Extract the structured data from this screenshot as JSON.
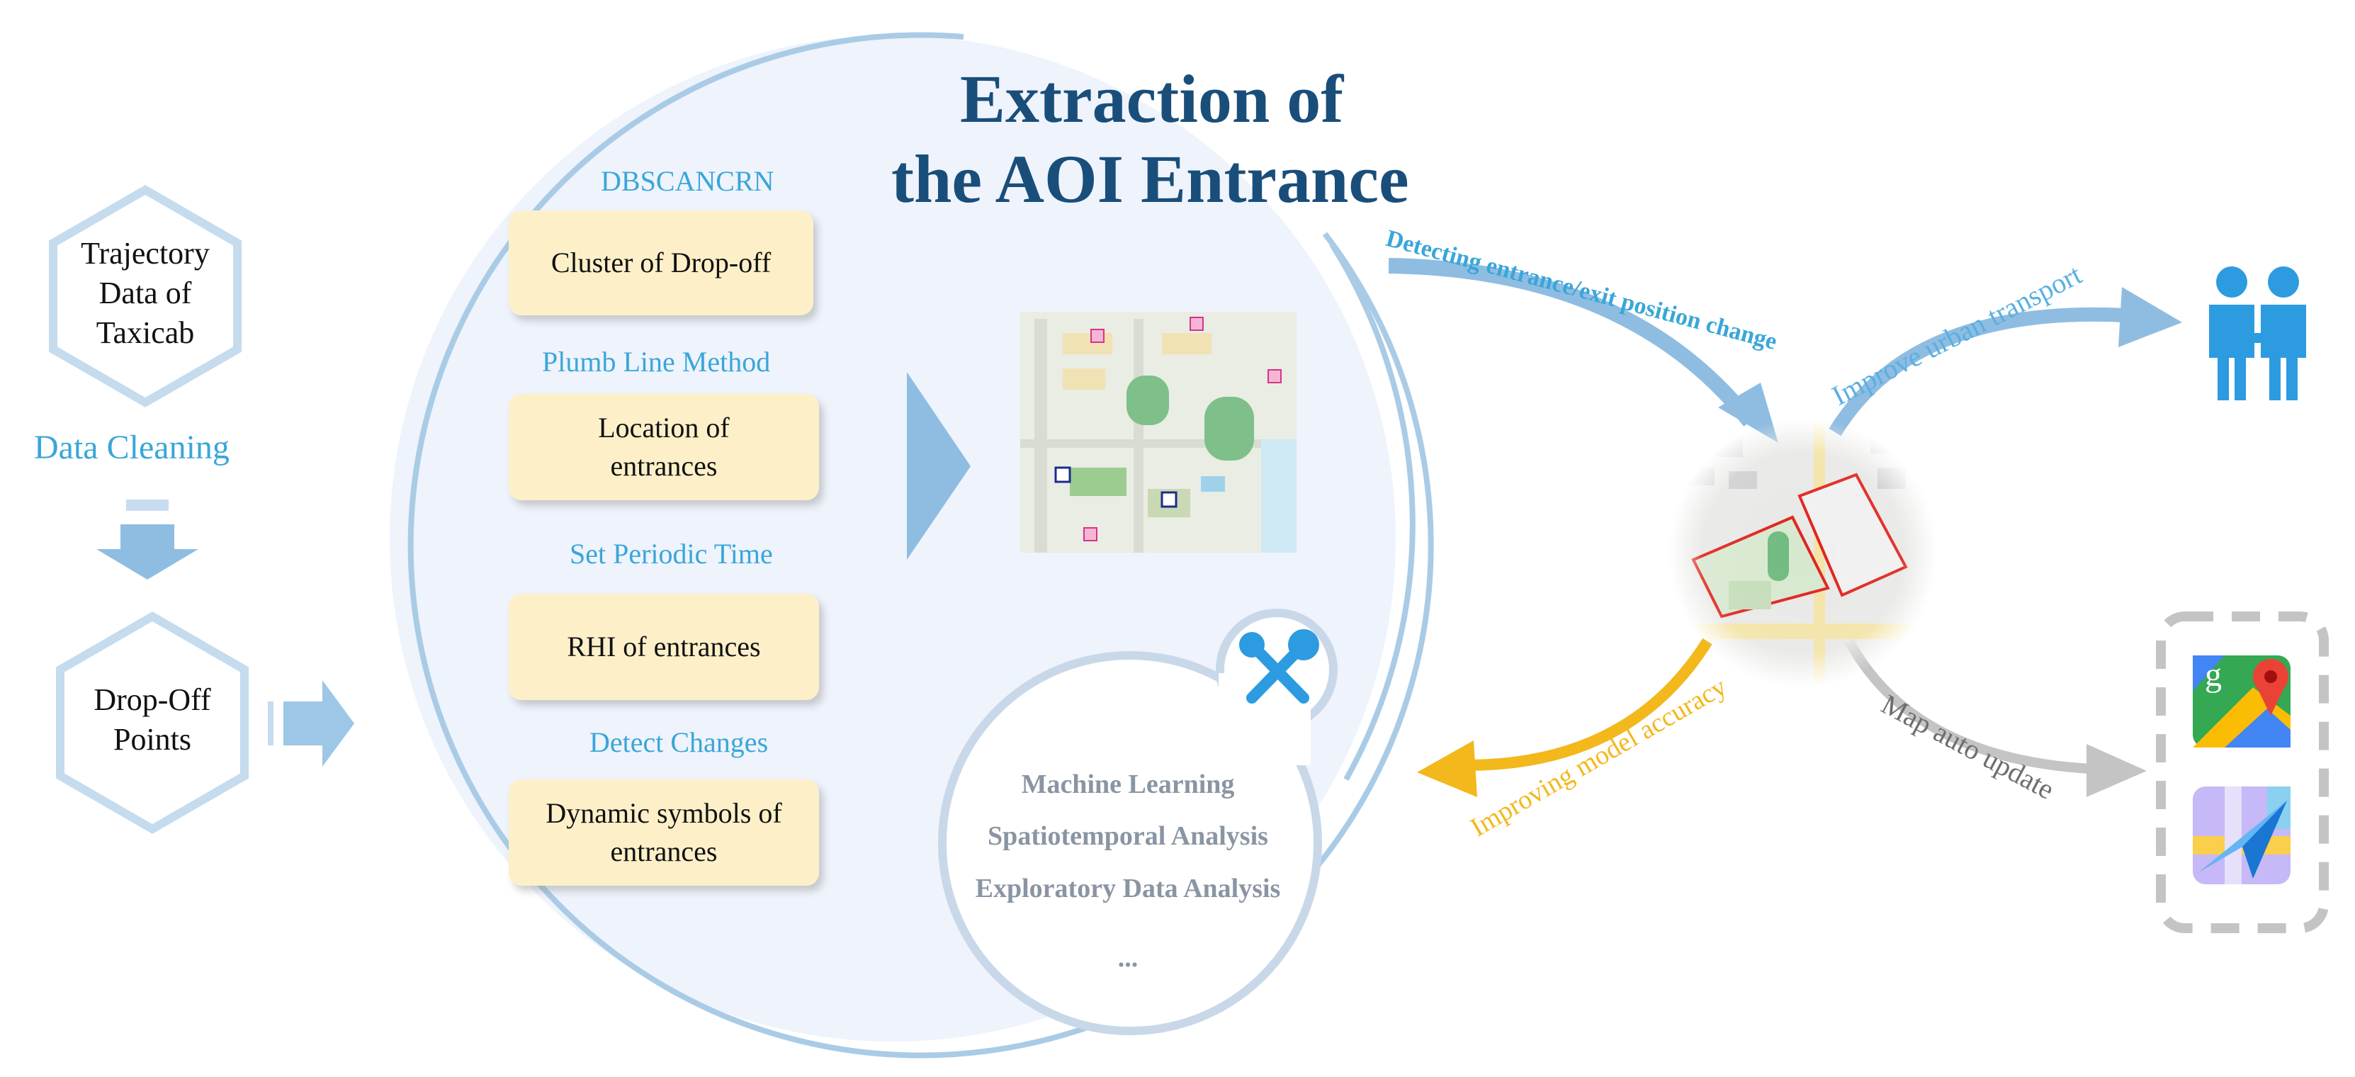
{
  "title": {
    "line1": "Extraction of",
    "line2": "the AOI Entrance"
  },
  "left": {
    "trajectory_hex": [
      "Trajectory",
      "Data of",
      "Taxicab"
    ],
    "data_cleaning": "Data Cleaning",
    "dropoff_hex": [
      "Drop-Off",
      "Points"
    ]
  },
  "steps": [
    {
      "method": "DBSCANCRN",
      "box": [
        "Cluster of Drop-off"
      ]
    },
    {
      "method": "Plumb Line Method",
      "box": [
        "Location of",
        "entrances"
      ]
    },
    {
      "method": "Set Periodic Time",
      "box": [
        "RHI of entrances"
      ]
    },
    {
      "method": "Detect Changes",
      "box": [
        "Dynamic symbols of",
        "entrances"
      ]
    }
  ],
  "techniques": [
    "Machine Learning",
    "Spatiotemporal Analysis",
    "Exploratory Data Analysis",
    "..."
  ],
  "flows": {
    "detecting": "Detecting entrance/exit position change",
    "improve_transport": "Improve urban transport",
    "improving_accuracy": "Improving model accuracy",
    "map_update": "Map auto update"
  },
  "colors": {
    "title": "#1a4e7a",
    "accent_blue": "#8fc1e3",
    "method_text": "#3aa6d8",
    "box_fill": "#fdf0c9",
    "orange_arrow": "#f2b81c",
    "gray_arrow": "#bdbdbd",
    "tech_text": "#8a95a3"
  },
  "icons": [
    "tools-icon",
    "people-icon",
    "google-maps-icon",
    "navigation-map-icon"
  ]
}
